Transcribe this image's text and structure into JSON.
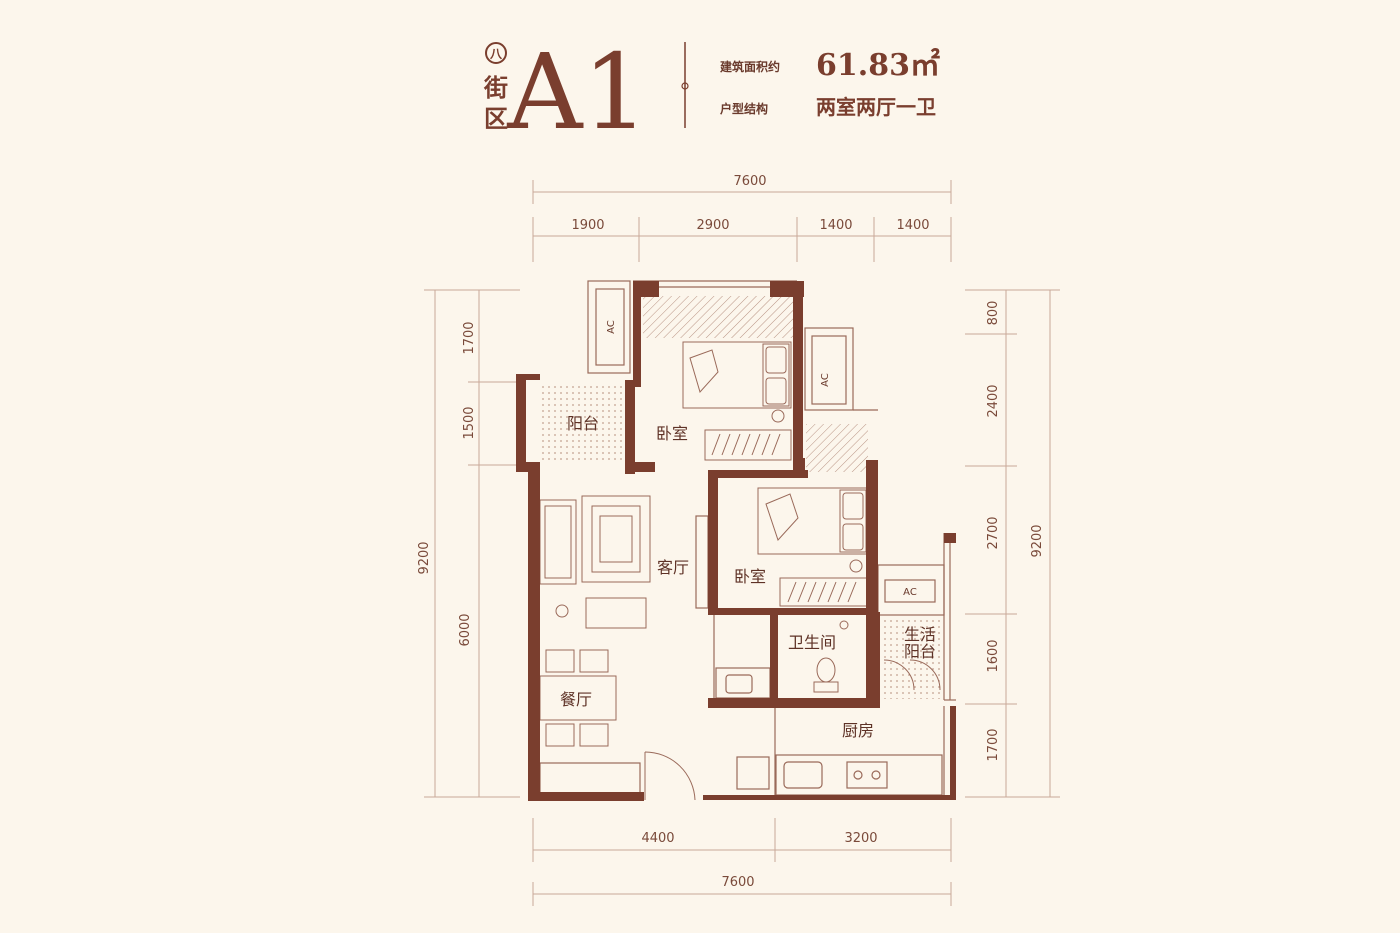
{
  "header": {
    "logo_chars": [
      "八",
      "街",
      "区"
    ],
    "unit_code": "A1",
    "area_label": "建筑面积约",
    "area_value": "61.83㎡",
    "layout_label": "户型结构",
    "layout_value": "两室两厅一卫"
  },
  "dimensions": {
    "top_total": "7600",
    "top_segments": [
      "1900",
      "2900",
      "1400",
      "1400"
    ],
    "bottom_segments": [
      "4400",
      "3200"
    ],
    "bottom_total": "7600",
    "left_total": "9200",
    "left_segments": [
      "1700",
      "1500",
      "6000"
    ],
    "right_total": "9200",
    "right_segments": [
      "800",
      "2400",
      "2700",
      "1600",
      "1700"
    ]
  },
  "rooms": {
    "balcony": "阳台",
    "bedroom1": "卧室",
    "bedroom2": "卧室",
    "living": "客厅",
    "dining": "餐厅",
    "bathroom": "卫生间",
    "utility_balcony_line1": "生活",
    "utility_balcony_line2": "阳台",
    "kitchen": "厨房"
  },
  "ac_labels": [
    "AC",
    "AC",
    "AC"
  ],
  "colors": {
    "background": "#fcf6ec",
    "wall": "#7a3e2e",
    "line": "#c9a898",
    "text": "#6a3a2c"
  }
}
